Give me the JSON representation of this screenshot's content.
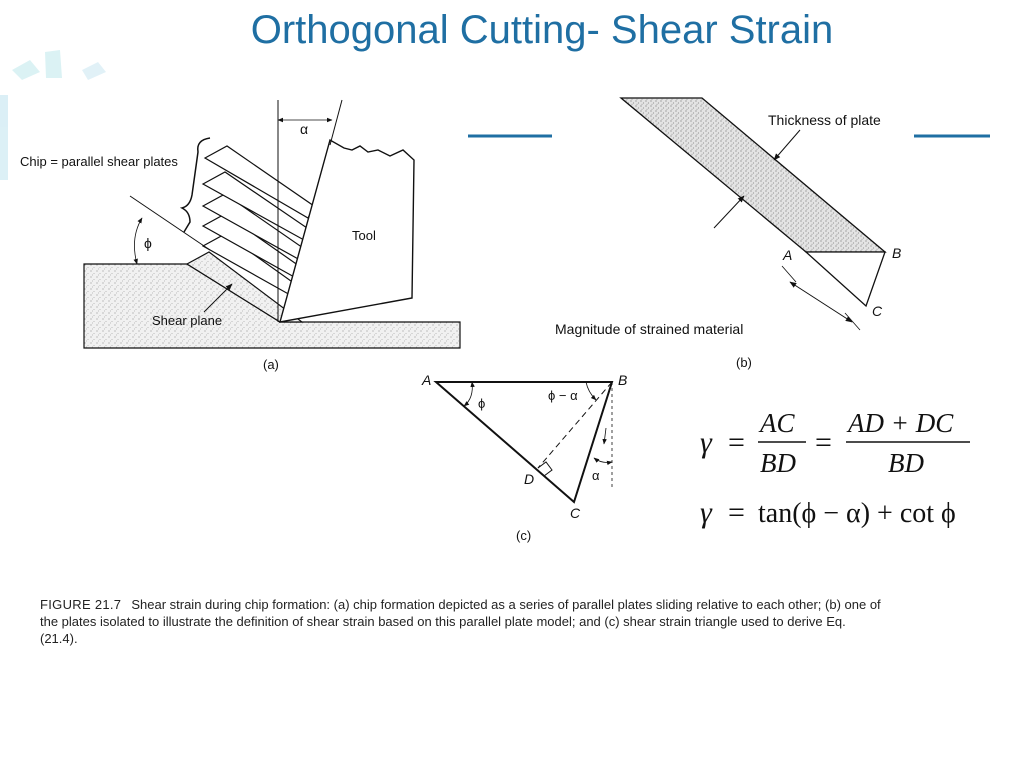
{
  "slide": {
    "title": "Orthogonal Cutting- Shear Strain",
    "accent_color": "#1f6fa3"
  },
  "figure_a": {
    "chip_label": "Chip = parallel shear plates",
    "tool_label": "Tool",
    "shear_plane_label": "Shear plane",
    "alpha": "α",
    "phi": "ϕ",
    "panel": "(a)"
  },
  "figure_b": {
    "thickness_label": "Thickness of plate",
    "strained_label": "Magnitude of strained material",
    "point_a": "A",
    "point_b": "B",
    "point_c": "C",
    "panel": "(b)"
  },
  "figure_c": {
    "point_a": "A",
    "point_b": "B",
    "point_c": "C",
    "point_d": "D",
    "phi": "ϕ",
    "phi_minus_alpha": "ϕ − α",
    "alpha": "α",
    "panel": "(c)"
  },
  "equations": {
    "gamma": "γ",
    "equals": "=",
    "eq1_num1": "AC",
    "eq1_den1": "BD",
    "eq1_num2": "AD + DC",
    "eq1_den2": "BD",
    "eq2_rhs": "tan(ϕ − α) + cot ϕ"
  },
  "caption": {
    "figure_label": "FIGURE 21.7",
    "text": "Shear strain during chip formation: (a) chip formation depicted as a series of parallel plates sliding relative to each other; (b) one of the plates isolated to illustrate the definition of shear strain based on this parallel plate model; and (c) shear strain triangle used to derive Eq. (21.4)."
  }
}
